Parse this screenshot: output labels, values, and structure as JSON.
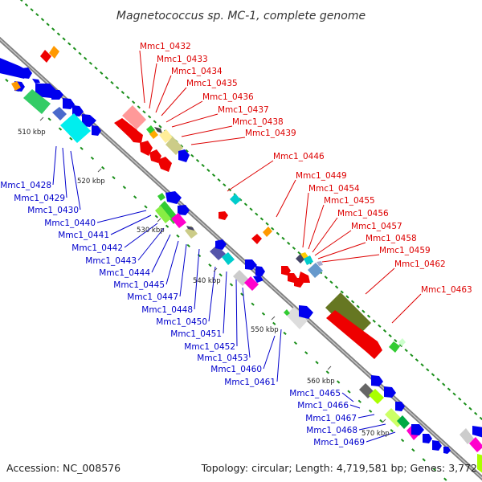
{
  "title": "Magnetococcus sp. MC-1, complete genome",
  "footer": {
    "accession": "Accession: NC_008576",
    "summary": "Topology: circular; Length: 4,719,581 bp; Genes: 3,772"
  },
  "colors": {
    "forward_labels": "#dd0000",
    "reverse_labels": "#0000cc",
    "backbone": "#888888",
    "tick_dots": "#1a8f1a",
    "forward_arrow": "#ff0000",
    "reverse_arrow": "#0000ff"
  },
  "ticks": [
    "510 kbp",
    "520 kbp",
    "530 kbp",
    "540 kbp",
    "550 kbp",
    "560 kbp",
    "570 kbp"
  ],
  "forward_genes": [
    "Mmc1_0432",
    "Mmc1_0433",
    "Mmc1_0434",
    "Mmc1_0435",
    "Mmc1_0436",
    "Mmc1_0437",
    "Mmc1_0438",
    "Mmc1_0439",
    "Mmc1_0446",
    "Mmc1_0449",
    "Mmc1_0454",
    "Mmc1_0455",
    "Mmc1_0456",
    "Mmc1_0457",
    "Mmc1_0458",
    "Mmc1_0459",
    "Mmc1_0462",
    "Mmc1_0463"
  ],
  "reverse_genes": [
    "Mmc1_0428",
    "Mmc1_0429",
    "Mmc1_0430",
    "Mmc1_0440",
    "Mmc1_0441",
    "Mmc1_0442",
    "Mmc1_0443",
    "Mmc1_0444",
    "Mmc1_0445",
    "Mmc1_0447",
    "Mmc1_0448",
    "Mmc1_0450",
    "Mmc1_0451",
    "Mmc1_0452",
    "Mmc1_0453",
    "Mmc1_0460",
    "Mmc1_0461",
    "Mmc1_0465",
    "Mmc1_0466",
    "Mmc1_0467",
    "Mmc1_0468",
    "Mmc1_0469"
  ]
}
